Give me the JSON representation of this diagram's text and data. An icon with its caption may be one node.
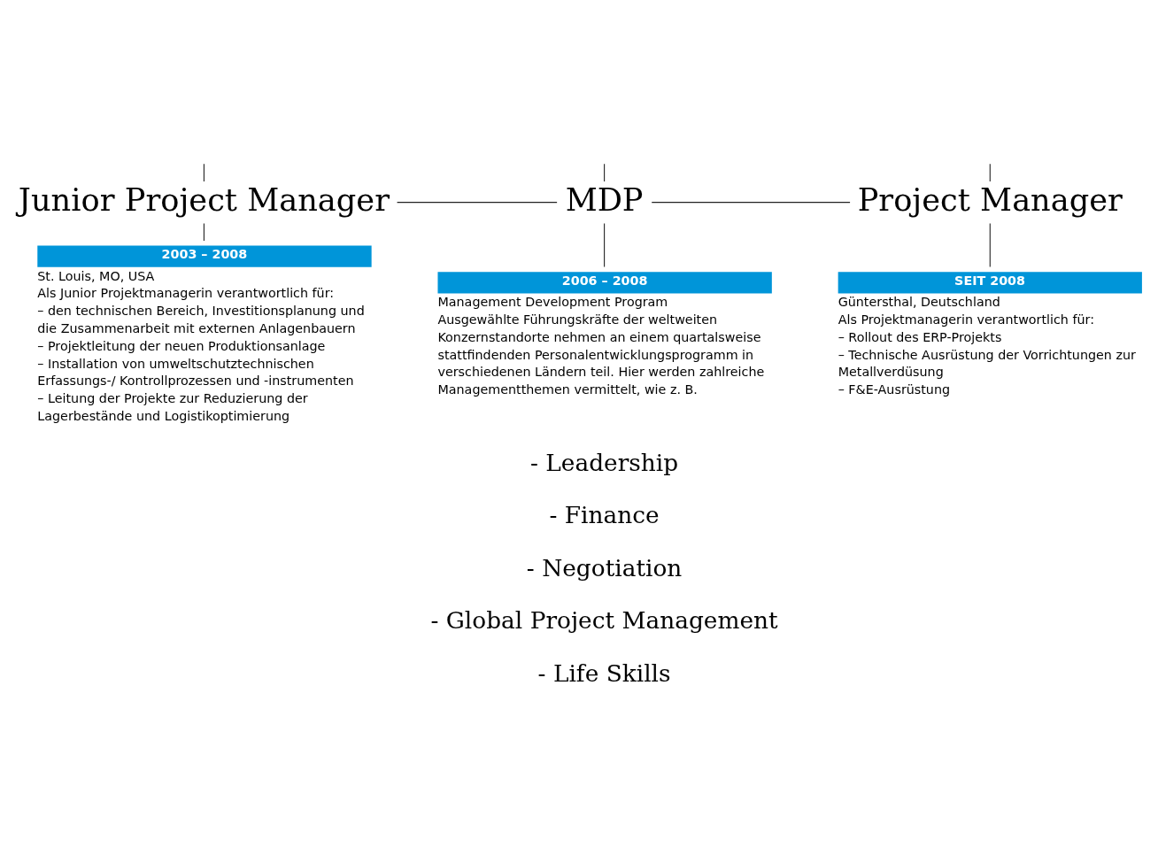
{
  "diagram": {
    "nodes": [
      {
        "text": [
          "Junior Project Manager"
        ]
      },
      {
        "text": [
          "MDP"
        ]
      },
      {
        "text": [
          "Project Manager"
        ]
      },
      {
        "text": [
          "2003 – 2008",
          "St. Louis, MO, USA",
          "Als Junior Projektmanagerin verantwortlich für:",
          "– den technischen Bereich, Investitionsplanung und die Zusammenarbeit mit externen Anlagenbauern – Projektleitung der neuen Produktionsanlage – Installation von umweltschutztechnischen Erfassungs-/ Kontrollprozessen und -instrumenten – Leitung der Projekte zur Reduzierung der Lagerbestände und Logistikoptimierung"
        ]
      },
      {
        "text": [
          "2006 – 2008",
          "Management Development Program",
          "Ausgewählte Führungskräfte der weltweiten Konzernstandorte nehmen an einem quartalsweise stattfindenden Personalentwicklungsprogramm in verschiedenen Ländern teil. Hier werden zahlreiche Managementthemen vermittelt, wie z. B."
        ]
      },
      {
        "text": [
          "SEIT 2008",
          "Güntersthal, Deutschland",
          "Als Projektmanagerin verantwortlich für:",
          "– Rollout des ERP-Projekts",
          "– Technische Ausrüstung der Vorrichtungen zur Metallverdüsung",
          "– F&E-Ausrüstung"
        ]
      }
    ],
    "edges": [
      {
        "from": null,
        "to": 0,
        "arrow": "none"
      },
      {
        "from": null,
        "to": 1,
        "arrow": "none"
      },
      {
        "from": null,
        "to": 2,
        "arrow": "none"
      },
      {
        "from": 0,
        "to": 1,
        "arrow": "none"
      },
      {
        "from": 2,
        "to": 1,
        "arrow": "none"
      },
      {
        "from": 0,
        "to": 3,
        "arrow": "none"
      },
      {
        "from": 1,
        "to": 4,
        "arrow": "none"
      },
      {
        "from": 2,
        "to": 5,
        "arrow": "none"
      }
    ],
    "labels": [
      "- Leadership",
      "- Finance",
      "- Negotiation",
      "- Global Project Management",
      "- Life Skills"
    ]
  }
}
